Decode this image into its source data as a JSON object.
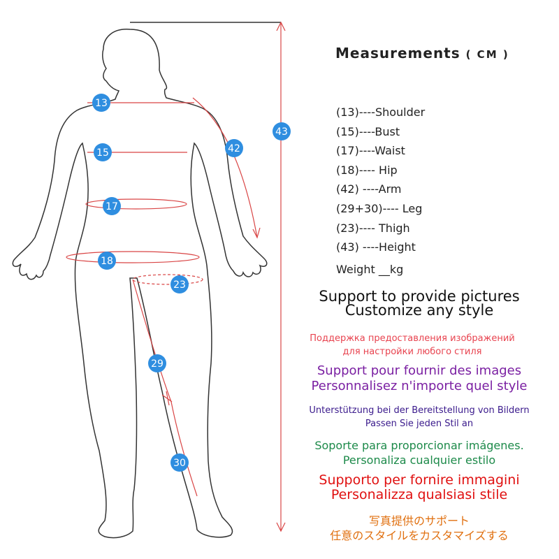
{
  "header": {
    "title": "Measurements",
    "unit": "( CM )"
  },
  "measurements": [
    {
      "code": "(13)",
      "sep": "----",
      "label": "Shoulder"
    },
    {
      "code": "(15)",
      "sep": "----",
      "label": "Bust"
    },
    {
      "code": "(17)",
      "sep": "----",
      "label": "Waist"
    },
    {
      "code": "(18)",
      "sep": "---- ",
      "label": "Hip"
    },
    {
      "code": "(42)",
      "sep": " ----",
      "label": "Arm"
    },
    {
      "code": "(29+30)",
      "sep": "---- ",
      "label": "Leg"
    },
    {
      "code": "(23)",
      "sep": "---- ",
      "label": "Thigh"
    },
    {
      "code": "(43)",
      "sep": " ----",
      "label": "Height"
    }
  ],
  "weight_label": "Weight __kg",
  "figure_markers": [
    "13",
    "15",
    "17",
    "18",
    "23",
    "29",
    "30",
    "42",
    "43"
  ],
  "blocks": {
    "en": [
      "Support to provide pictures",
      "Customize any style"
    ],
    "ru": [
      "Поддержка предоставления изображений",
      "для настройки любого стиля"
    ],
    "fr": [
      "Support pour fournir des images",
      "Personnalisez n'importe quel style"
    ],
    "de": [
      "Unterstützung bei der Bereitstellung von Bildern",
      "Passen Sie jeden Stil an"
    ],
    "es": [
      "Soporte para proporcionar imágenes.",
      "Personaliza cualquier estilo"
    ],
    "it": [
      "Supporto per fornire immagini",
      "Personalizza qualsiasi stile"
    ],
    "ja": [
      "写真提供のサポート",
      "任意のスタイルをカスタマイズする"
    ]
  },
  "colors": {
    "marker_fill": "#2f8ee0",
    "measure_line": "#d94545",
    "outline": "#333333"
  }
}
